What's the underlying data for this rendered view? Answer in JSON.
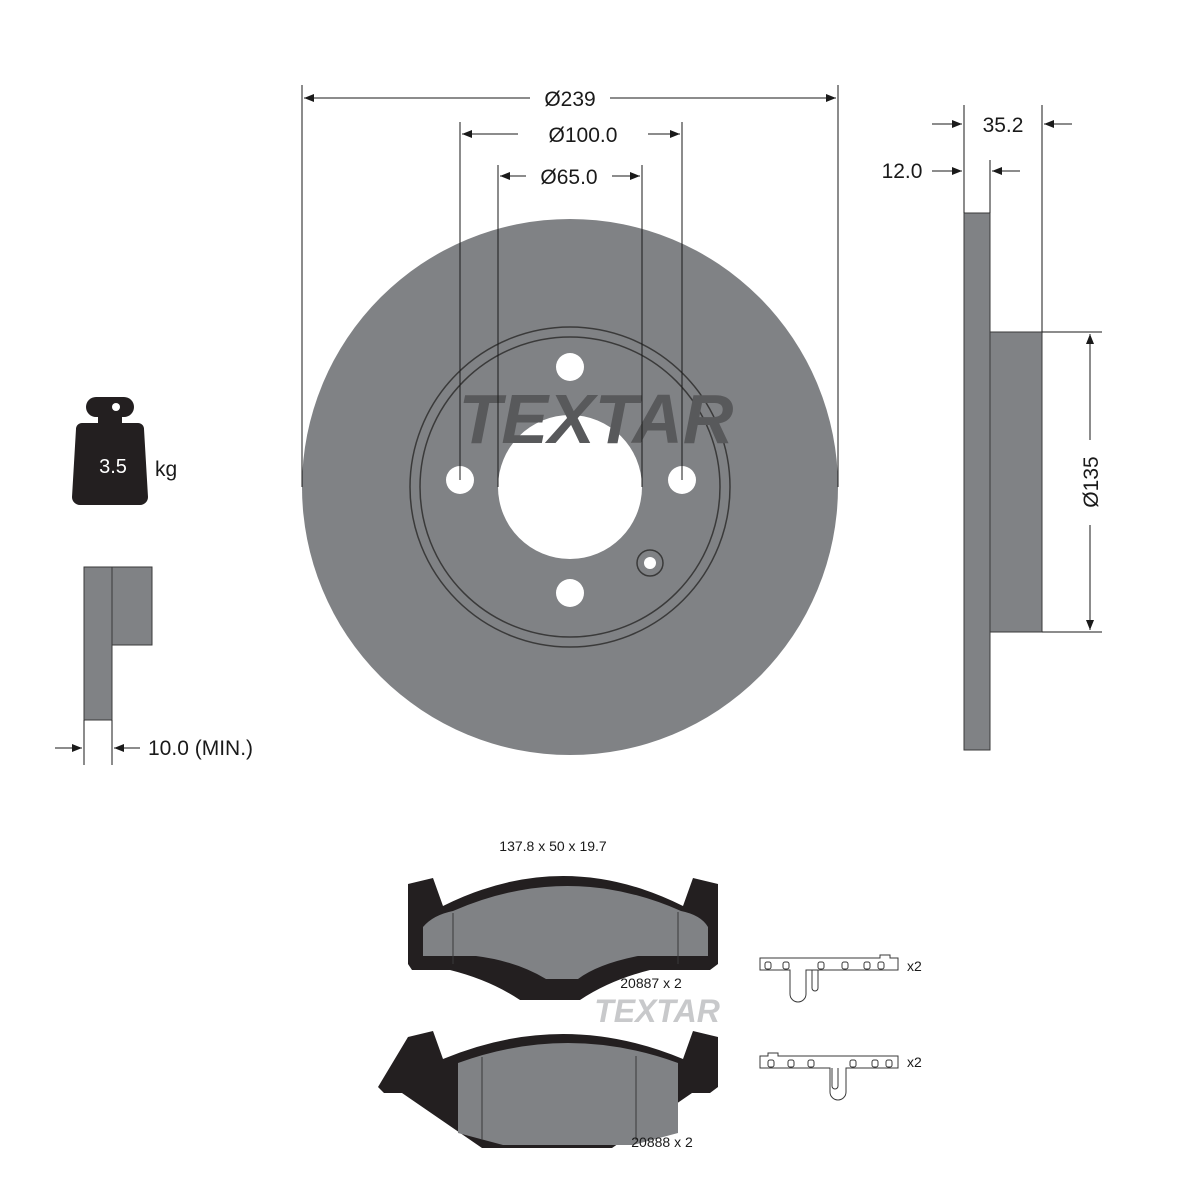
{
  "brand": "TEXTAR",
  "colors": {
    "part_gray": "#808285",
    "logo_dark": "#58595b",
    "logo_light": "#c8c9cb",
    "pad_backing": "#231f20",
    "line": "#1a1a1a"
  },
  "disc": {
    "outer_diameter": "Ø239",
    "bolt_circle": "Ø100.0",
    "center_bore": "Ø65.0",
    "bolt_holes": 4
  },
  "side_view": {
    "height": "35.2",
    "thickness": "12.0",
    "hat_diameter": "Ø135"
  },
  "weight": {
    "value": "3.5",
    "unit": "kg",
    "icon": "weight-icon"
  },
  "min_thickness": "10.0 (MIN.)",
  "pads": {
    "dimensions": "137.8 x 50 x 19.7",
    "items": [
      {
        "part_number": "20887 x 2",
        "clip_qty": "x2"
      },
      {
        "part_number": "20888 x 2",
        "clip_qty": "x2"
      }
    ]
  }
}
